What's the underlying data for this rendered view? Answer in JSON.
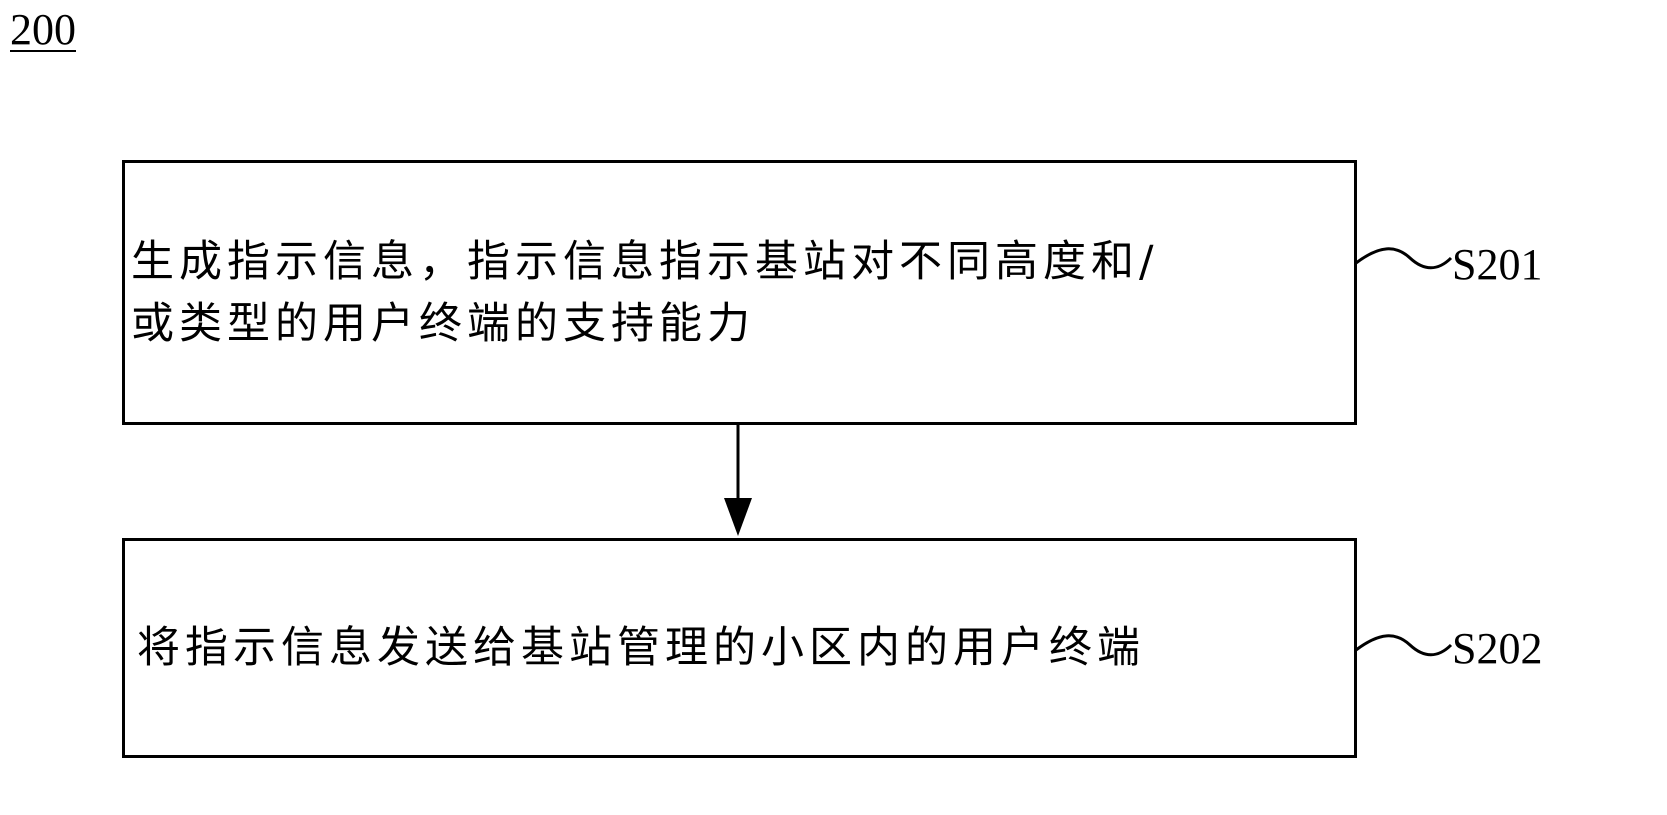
{
  "figure_number": "200",
  "steps": [
    {
      "id": "S201",
      "label": "S201",
      "text": "生成指示信息，指示信息指示基站对不同高度和/\n或类型的用户终端的支持能力"
    },
    {
      "id": "S202",
      "label": "S202",
      "text": "将指示信息发送给基站管理的小区内的用户终端"
    }
  ],
  "colors": {
    "stroke": "#000000",
    "background": "#ffffff"
  }
}
